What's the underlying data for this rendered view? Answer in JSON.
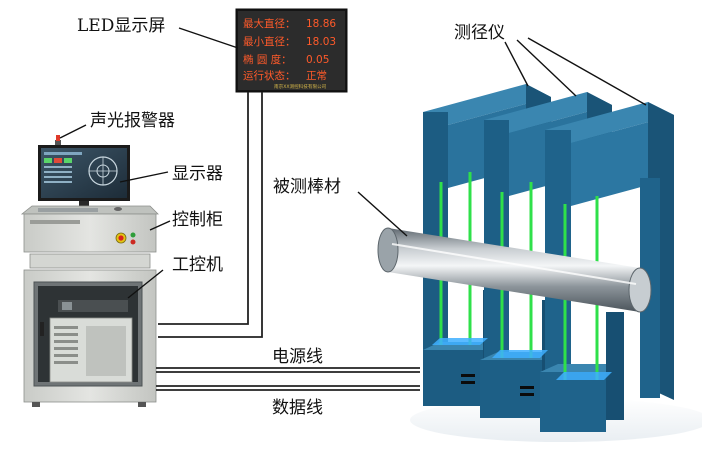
{
  "labels": {
    "led_screen": "LED显示屏",
    "alarm": "声光报警器",
    "monitor": "显示器",
    "cabinet": "控制柜",
    "ipc": "工控机",
    "gauge": "测径仪",
    "rod": "被测棒材",
    "power_line": "电源线",
    "data_line": "数据线"
  },
  "led_display": {
    "rows": [
      {
        "label": "最大直径：",
        "value": "18.86"
      },
      {
        "label": "最小直径：",
        "value": "18.03"
      },
      {
        "label": "椭 圆 度：",
        "value": "0.05"
      },
      {
        "label": "运行状态：",
        "value": "正常"
      }
    ],
    "footer": "南京XX测控科技有限公司"
  },
  "colors": {
    "gauge_blue": "#1f5f85",
    "laser_green": "#2fe04a",
    "led_text": "#ff5a2a",
    "cabinet_gray": "#d9dbd7"
  }
}
